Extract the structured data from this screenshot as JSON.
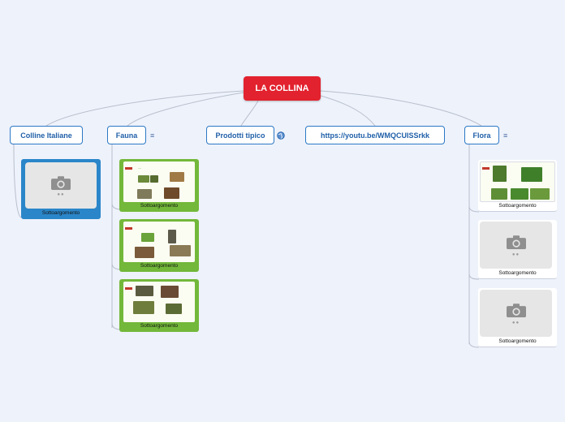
{
  "root": {
    "label": "LA COLLINA"
  },
  "topics": {
    "colline": {
      "label": "Colline Italiane"
    },
    "fauna": {
      "label": "Fauna",
      "note_icon": "notes-icon"
    },
    "prodotti": {
      "label": "Prodotti tipico",
      "link_icon": "globe-link-icon"
    },
    "url": {
      "label": "https://youtu.be/WMQCUISSrkk"
    },
    "flora": {
      "label": "Flora",
      "note_icon": "notes-icon"
    }
  },
  "subtopics": {
    "colline": [
      {
        "caption": "Sottoargomento",
        "image": "placeholder"
      }
    ],
    "fauna": [
      {
        "caption": "Sottoargomento",
        "image": "fauna-collage-1"
      },
      {
        "caption": "Sottoargomento",
        "image": "fauna-collage-2"
      },
      {
        "caption": "Sottoargomento",
        "image": "fauna-collage-3"
      }
    ],
    "flora": [
      {
        "caption": "Sottoargomento",
        "image": "flora-collage"
      },
      {
        "caption": "Sottoargomento",
        "image": "placeholder"
      },
      {
        "caption": "Sottoargomento",
        "image": "placeholder"
      }
    ]
  },
  "colors": {
    "background": "#eef2fb",
    "root": "#e2222e",
    "topic_border": "#2b78c5",
    "topic_text": "#1f5fa8",
    "card_green": "#73b83a",
    "card_blue": "#2b86c9",
    "connector": "#b8bfcc"
  }
}
